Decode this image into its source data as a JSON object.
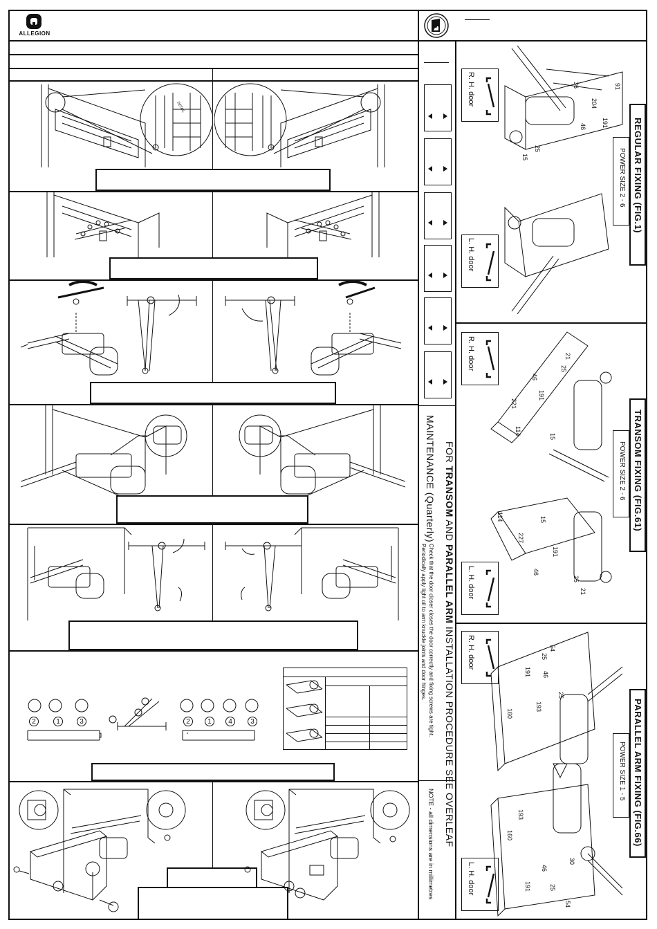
{
  "brand": {
    "logo_text": "ALLEGION"
  },
  "maintenance": {
    "title": "MAINTENANCE",
    "title_suffix": "(Quarterly)",
    "line1": "Check that the door closer closes the door correctly and fixing screws are tight.",
    "line2": "Periodically apply light oil to arm knuckle joints and door hinges."
  },
  "procedure": {
    "prefix": "FOR",
    "transom": "TRANSOM",
    "and": "AND",
    "parallel": "PARALLEL ARM",
    "suffix": "INSTALLATION PROCEDURE SEE OVERLEAF"
  },
  "note": "NOTE - all dimensions are in millimetres",
  "fixings": [
    {
      "title": "REGULAR FIXING (FIG.1)",
      "power": "POWER SIZE 2 - 6"
    },
    {
      "title": "TRANSOM FIXING (FIG.61)",
      "power": "POWER SIZE 2 - 6"
    },
    {
      "title": "PARALLEL ARM FIXING (FIG.66)",
      "power": "POWER SIZE 1 - 5"
    }
  ],
  "door_labels": {
    "rh": "R. H.  door",
    "lh": "L. H.  door"
  },
  "dims": {
    "reg_a": "91",
    "reg_b": "36",
    "reg_c": "204",
    "reg_d": "191",
    "reg_e": "46",
    "reg_f": "25",
    "reg_g": "15",
    "tr_a": "21",
    "tr_b": "25",
    "tr_c": "46",
    "tr_d": "191",
    "tr_e": "221",
    "tr_f": "114",
    "tr_g": "15",
    "tr_h": "114",
    "tr_i": "15",
    "tr_j": "227",
    "tr_k": "191",
    "tr_l": "46",
    "tr_m": "25",
    "tr_n": "21",
    "pa_a": "54",
    "pa_b": "25",
    "pa_c": "191",
    "pa_d": "46",
    "pa_e": "25",
    "pa_f": "193",
    "pa_g": "160",
    "pa_h": "160",
    "pa_i": "193",
    "pa_j": "46",
    "pa_k": "25",
    "pa_l": "191",
    "pa_m": "54",
    "pa_n": "30"
  },
  "valves": {
    "v1": "1",
    "v2": "2",
    "v3": "3",
    "v4": "4",
    "v5": "3",
    "v6": "2",
    "v7": "1"
  },
  "colors": {
    "ink": "#111111",
    "paper": "#ffffff"
  }
}
